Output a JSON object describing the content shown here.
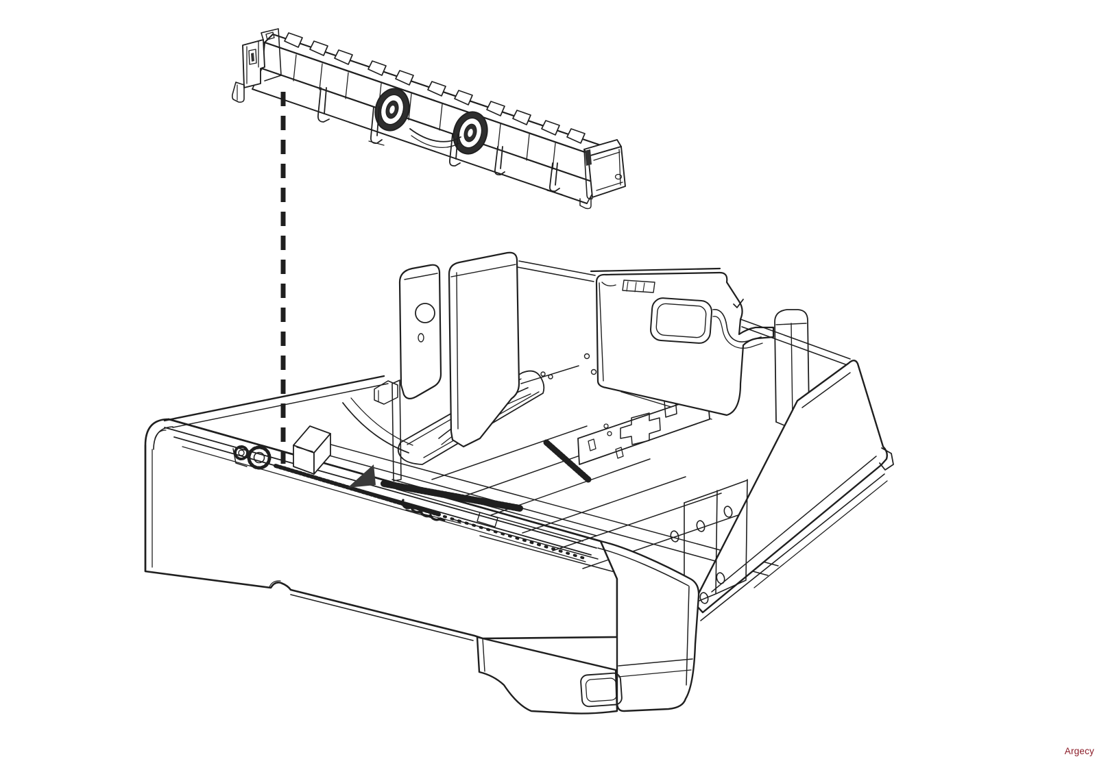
{
  "watermark": {
    "text": "Argecy",
    "color": "#8b1c28"
  },
  "diagram": {
    "type": "exploded-parts-diagram",
    "background": "#ffffff",
    "line_color": "#1f1f1f",
    "roller_fill": "#2e2e2e",
    "parts": [
      {
        "id": "separator-roller-assembly"
      },
      {
        "id": "alignment-dashed-line"
      },
      {
        "id": "paper-tray"
      }
    ]
  }
}
